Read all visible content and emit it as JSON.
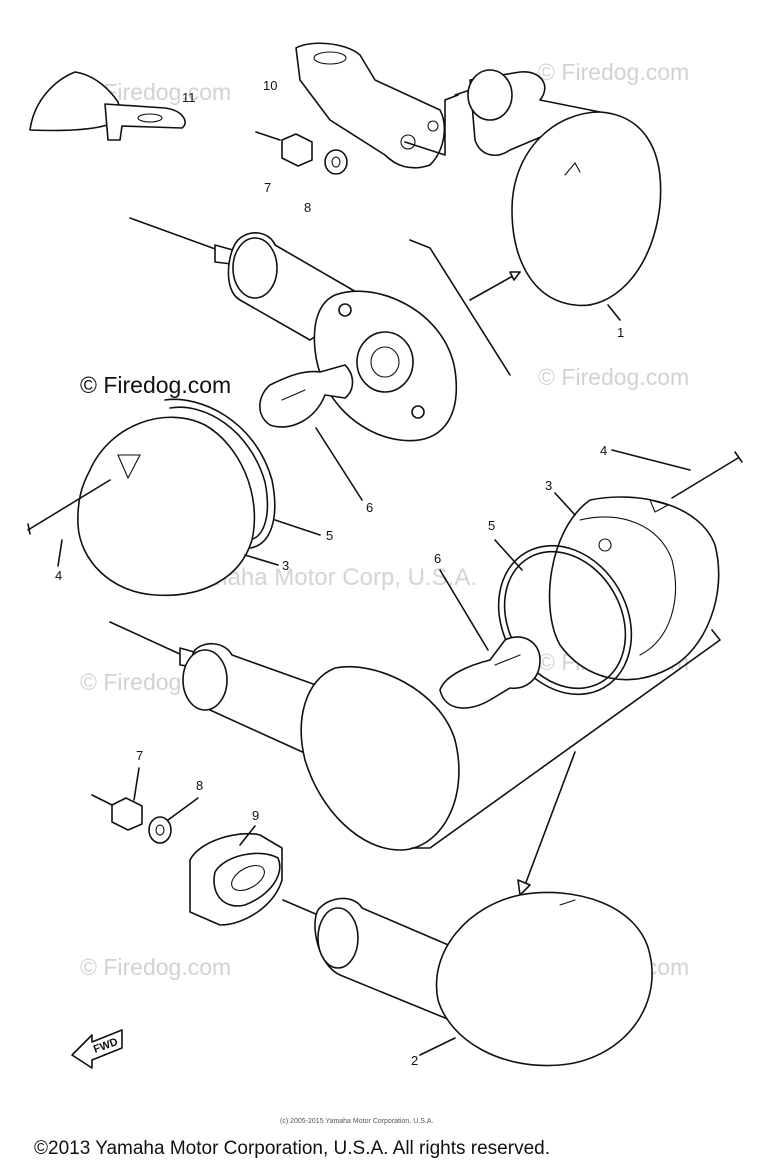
{
  "watermarks": {
    "top_left": "© Firedog.com",
    "top_right": "© Firedog.com",
    "mid_left_bold": "© Firedog.com",
    "mid_right": "© Firedog.com",
    "center": "Yamaha Motor Corp, U.S.A.",
    "lower_left": "© Firedog.com",
    "lower_right": "© Firedog.com",
    "bottom_left": "© Firedog.com",
    "bottom_right": "© Firedog.com"
  },
  "callouts": {
    "p1": "1",
    "p2": "2",
    "p3a": "3",
    "p3b": "3",
    "p4a": "4",
    "p4b": "4",
    "p5a": "5",
    "p5b": "5",
    "p6a": "6",
    "p6b": "6",
    "p7a": "7",
    "p7b": "7",
    "p8a": "8",
    "p8b": "8",
    "p9": "9",
    "p10": "10",
    "p11": "11"
  },
  "fwd_label": "FWD",
  "small_copyright": "(c) 2005-2015 Yamaha Motor Corporation, U.S.A.",
  "copyright": "©2013 Yamaha Motor Corporation, U.S.A. All rights reserved."
}
